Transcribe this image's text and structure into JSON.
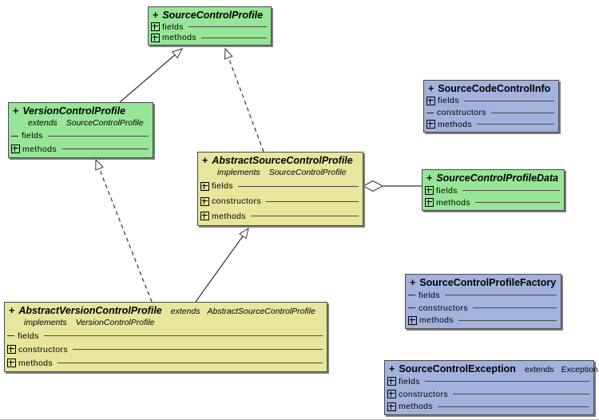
{
  "diagram_type": "uml-class-diagram",
  "colors": {
    "interface_fill": "#97E697",
    "abstract_fill": "#E6E69C",
    "class_fill": "#A3B2DD",
    "box_border": "#4A4A4A",
    "shadow": "#7D7D7D",
    "background": "#FFFFFF"
  },
  "classes": [
    {
      "visibility": "+",
      "name": "SourceControlProfile",
      "rows": [
        {
          "label": "fields",
          "expandable": true
        },
        {
          "label": "methods",
          "expandable": true
        }
      ]
    },
    {
      "visibility": "+",
      "name": "VersionControlProfile",
      "subtitle": {
        "keyword": "extends",
        "target": "SourceControlProfile"
      },
      "rows": [
        {
          "label": "fields",
          "expandable": false
        },
        {
          "label": "methods",
          "expandable": true
        }
      ]
    },
    {
      "visibility": "+",
      "name": "AbstractSourceControlProfile",
      "subtitle": {
        "keyword": "implements",
        "target": "SourceControlProfile"
      },
      "rows": [
        {
          "label": "fields",
          "expandable": true
        },
        {
          "label": "constructors",
          "expandable": true
        },
        {
          "label": "methods",
          "expandable": true
        }
      ]
    },
    {
      "visibility": "+",
      "name": "SourceCodeControlInfo",
      "rows": [
        {
          "label": "fields",
          "expandable": true
        },
        {
          "label": "constructors",
          "expandable": false
        },
        {
          "label": "methods",
          "expandable": true
        }
      ]
    },
    {
      "visibility": "+",
      "name": "SourceControlProfileData",
      "rows": [
        {
          "label": "fields",
          "expandable": true
        },
        {
          "label": "methods",
          "expandable": true
        }
      ]
    },
    {
      "visibility": "+",
      "name": "AbstractVersionControlProfile",
      "extends_inline": {
        "keyword": "extends",
        "target": "AbstractSourceControlProfile"
      },
      "subtitle": {
        "keyword": "implements",
        "target": "VersionControlProfile"
      },
      "rows": [
        {
          "label": "fields",
          "expandable": false
        },
        {
          "label": "constructors",
          "expandable": true
        },
        {
          "label": "methods",
          "expandable": true
        }
      ]
    },
    {
      "visibility": "+",
      "name": "SourceControlProfileFactory",
      "rows": [
        {
          "label": "fields",
          "expandable": false
        },
        {
          "label": "constructors",
          "expandable": false
        },
        {
          "label": "methods",
          "expandable": true
        }
      ]
    },
    {
      "visibility": "+",
      "name": "SourceControlException",
      "extends_inline": {
        "keyword": "extends",
        "target": "Exception"
      },
      "rows": [
        {
          "label": "fields",
          "expandable": true
        },
        {
          "label": "constructors",
          "expandable": true
        },
        {
          "label": "methods",
          "expandable": true
        }
      ]
    }
  ],
  "relations": [
    {
      "type": "generalization",
      "from": "VersionControlProfile",
      "to": "SourceControlProfile",
      "line": "solid"
    },
    {
      "type": "realization",
      "from": "AbstractSourceControlProfile",
      "to": "SourceControlProfile",
      "line": "dashed"
    },
    {
      "type": "realization",
      "from": "AbstractVersionControlProfile",
      "to": "VersionControlProfile",
      "line": "dashed"
    },
    {
      "type": "generalization",
      "from": "AbstractVersionControlProfile",
      "to": "AbstractSourceControlProfile",
      "line": "solid"
    },
    {
      "type": "aggregation",
      "from": "AbstractSourceControlProfile",
      "to": "SourceControlProfileData",
      "line": "solid"
    }
  ]
}
